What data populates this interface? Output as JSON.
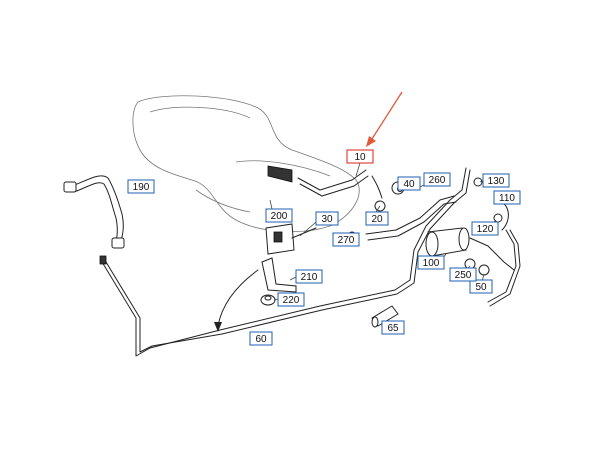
{
  "diagram": {
    "colors": {
      "callout_border": "#1d5fb0",
      "highlight_border": "#d9201b",
      "arrow": "#e05a3a",
      "lines": "#222222"
    },
    "callouts": [
      {
        "id": "c10",
        "label": "10",
        "highlighted": true
      },
      {
        "id": "c20",
        "label": "20"
      },
      {
        "id": "c30",
        "label": "30"
      },
      {
        "id": "c40",
        "label": "40"
      },
      {
        "id": "c50",
        "label": "50"
      },
      {
        "id": "c60",
        "label": "60"
      },
      {
        "id": "c65",
        "label": "65"
      },
      {
        "id": "c100",
        "label": "100"
      },
      {
        "id": "c110",
        "label": "110"
      },
      {
        "id": "c120",
        "label": "120"
      },
      {
        "id": "c130",
        "label": "130"
      },
      {
        "id": "c190",
        "label": "190"
      },
      {
        "id": "c200",
        "label": "200"
      },
      {
        "id": "c210",
        "label": "210"
      },
      {
        "id": "c220",
        "label": "220"
      },
      {
        "id": "c250",
        "label": "250"
      },
      {
        "id": "c260",
        "label": "260"
      },
      {
        "id": "c270",
        "label": "270"
      }
    ]
  }
}
